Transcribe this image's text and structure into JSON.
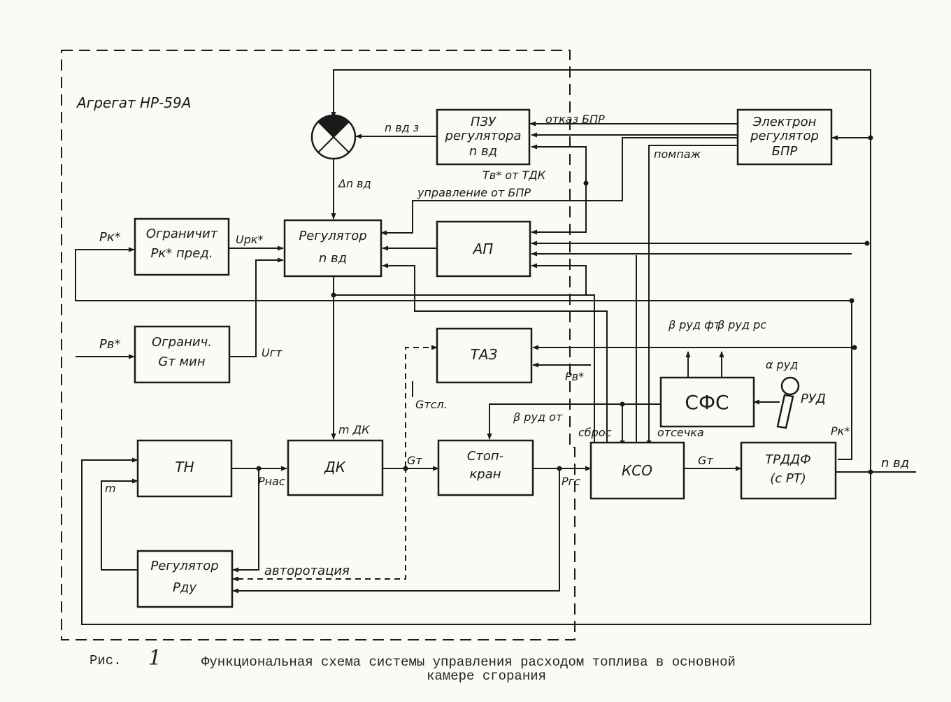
{
  "unit_label": "Агрегат НР-59А",
  "blocks": {
    "pzu": [
      "ПЗУ",
      "регулятора",
      "n вд"
    ],
    "electron": [
      "Электрон",
      "регулятор",
      "БПР"
    ],
    "ogr_pk": [
      "Ограничит",
      "Pк* пред."
    ],
    "reg_nvd": [
      "Регулятор",
      "n вд"
    ],
    "ap": "АП",
    "ogr_gt": [
      "Огранич.",
      "Gт мин"
    ],
    "taz": "ТАЗ",
    "sfs": "СФС",
    "tn": "ТН",
    "dk": "ДК",
    "stopkran": [
      "Стоп-",
      "кран"
    ],
    "kso": "КСО",
    "trddf": [
      "ТРДДФ",
      "(с РТ)"
    ],
    "reg_pdu": [
      "Регулятор",
      "Pду"
    ]
  },
  "signals": {
    "n_vdz": "n вд з",
    "otkaz": "отказ БПР",
    "pompazh": "помпаж",
    "delta_n": "Δn вд",
    "tv_tdk": "Тв* от ТДК",
    "upr_bpr": "управление от БПР",
    "pk_in": "Pк*",
    "u_pk": "Uрк*",
    "pv_in": "Pв*",
    "u_gt": "Uгт",
    "beta_ft": "β руд фт",
    "beta_rs": "β руд рс",
    "alpha_rud": "α руд",
    "rud": "РУД",
    "pv_taz": "Pв*",
    "g_tsl": "Gтсл.",
    "beta_ot": "β руд от",
    "m_dk": "m ДК",
    "sbros": "сброс",
    "otsechka": "отсечка",
    "pk_trddf": "Pк*",
    "g_t1": "Gт",
    "p_gs": "Pгс",
    "g_t2": "Gт",
    "n_vd_out": "n вд",
    "p_nas": "Pнас",
    "m": "m",
    "avtorotatsiya": "авторотация"
  },
  "caption": {
    "prefix": "Рис.",
    "number": "1",
    "line1": "Функциональная схема системы управления расходом топлива в основной",
    "line2": "камере сгорания"
  }
}
